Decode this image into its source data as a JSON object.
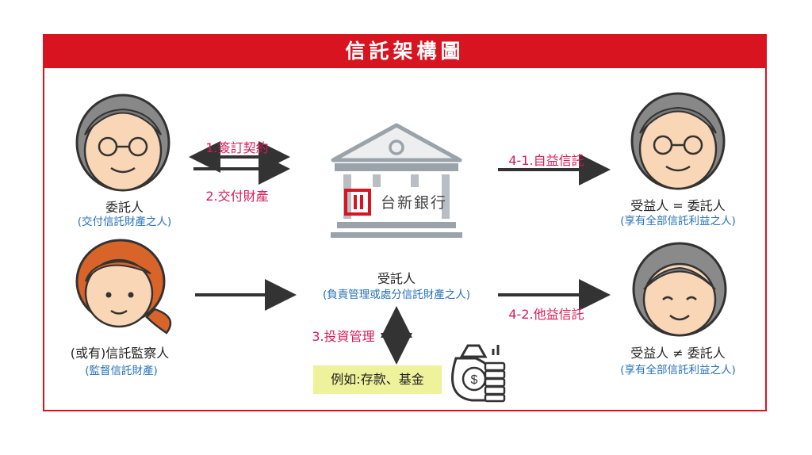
{
  "title": "信託架構圖",
  "bank": {
    "name": "台新銀行",
    "logo": "台新銀行 logo"
  },
  "nodes": {
    "settlor": {
      "name": "委託人",
      "desc": "(交付信託財產之人)"
    },
    "supervisor": {
      "name": "(或有)信託監察人",
      "desc": "(監督信託財產)"
    },
    "trustee": {
      "name": "受託人",
      "desc": "(負責管理或處分信託財產之人)"
    },
    "beneficiary_self": {
      "name": "受益人 = 委託人",
      "desc": "(享有全部信託利益之人)"
    },
    "beneficiary_other": {
      "name": "受益人 ≠ 委託人",
      "desc": "(享有全部信託利益之人)"
    }
  },
  "edges": {
    "sign": "1.簽訂契約",
    "deliver": "2.交付財產",
    "invest": "3.投資管理",
    "self_trust": "4-1.自益信託",
    "other_trust": "4-2.他益信託"
  },
  "example": "例如:存款、基金",
  "colors": {
    "brand": "#d7141f",
    "edge_label": "#d81b56",
    "desc": "#2571b8",
    "highlight": "#eef29a"
  }
}
